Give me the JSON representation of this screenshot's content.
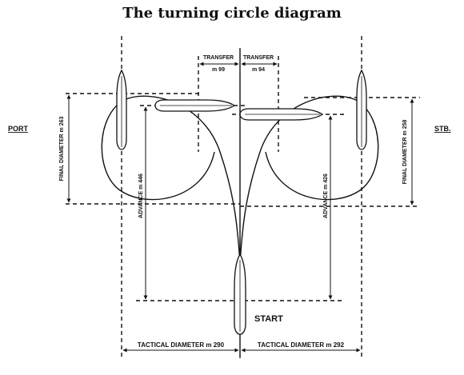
{
  "title": "The turning circle diagram",
  "labels": {
    "port": "PORT",
    "stb": "STB.",
    "start": "START",
    "transfer_left": "TRANSFER",
    "transfer_left_value": "m 99",
    "transfer_right": "TRANSFER",
    "transfer_right_value": "m 94",
    "final_diameter_left": "FINAL DIAMETER m 263",
    "final_diameter_right": "FINAL DIAMETER m 258",
    "advance_left": "ADVANCE m 446",
    "advance_right": "ADVANCE m 426",
    "tactical_left": "TACTICAL DIAMETER m 290",
    "tactical_right": "TACTICAL DIAMETER m 292"
  }
}
